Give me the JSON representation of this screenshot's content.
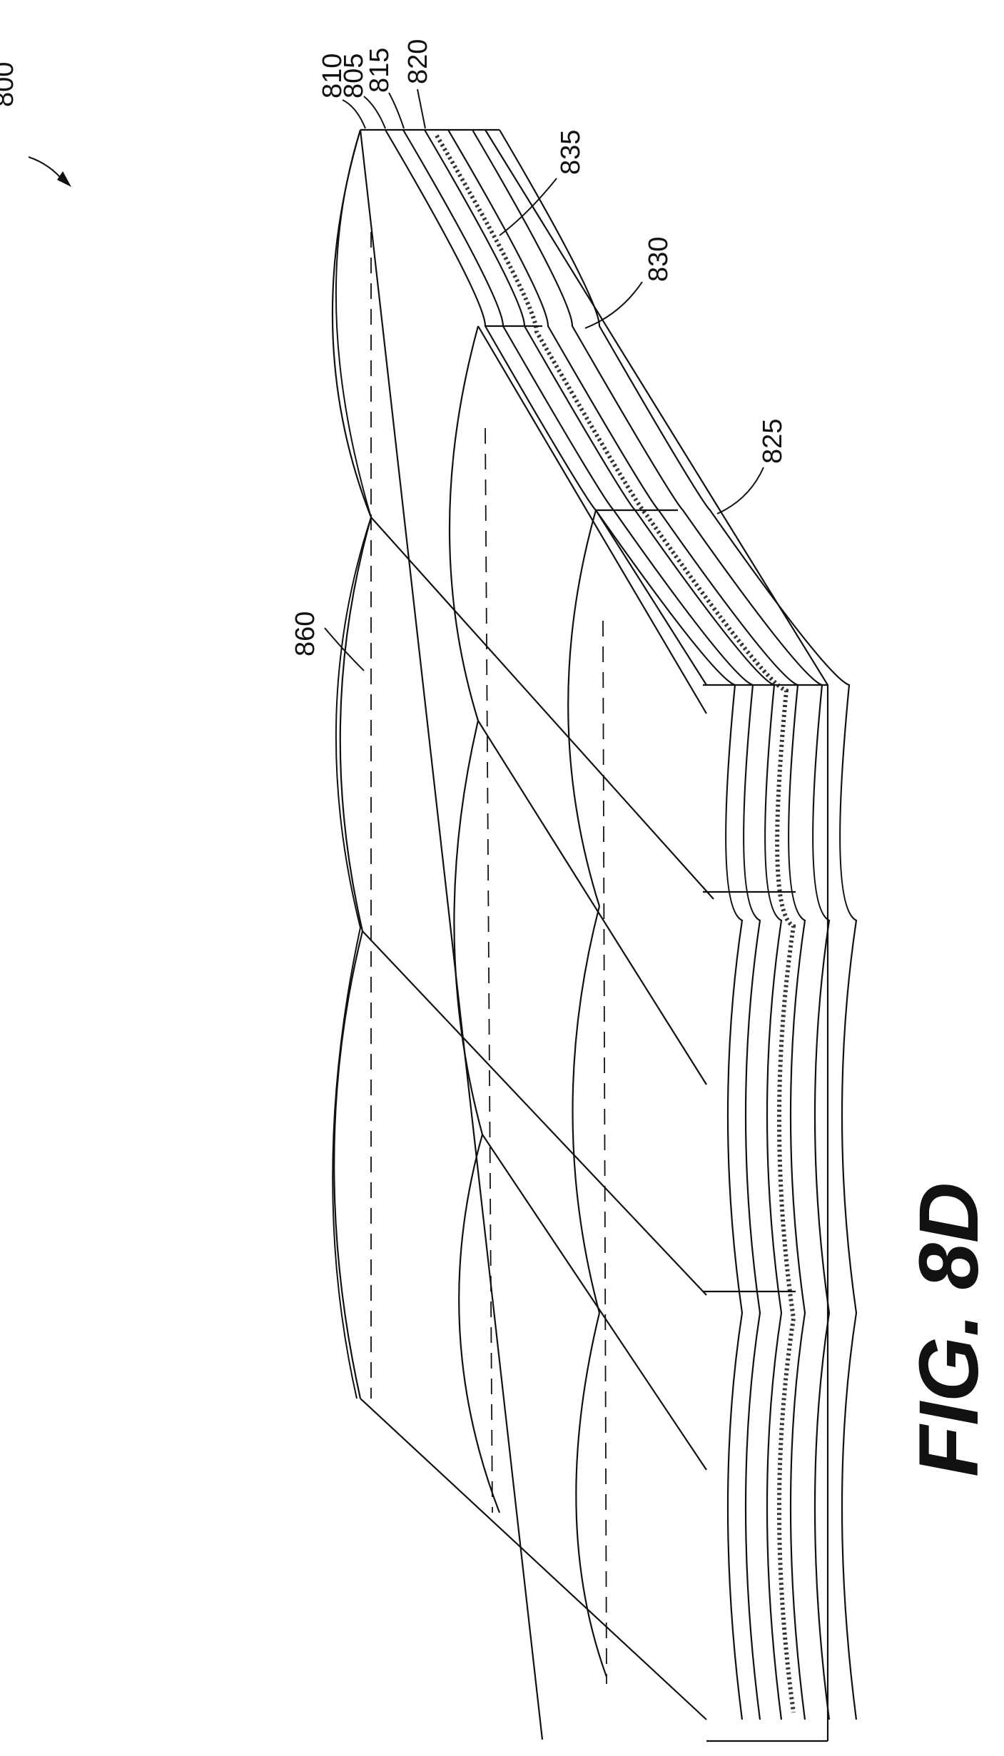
{
  "figure": {
    "caption": "FIG. 8D",
    "ref_partial": "800"
  },
  "labels": {
    "l810": "810",
    "l805": "805",
    "l815": "815",
    "l820": "820",
    "l835": "835",
    "l830": "830",
    "l825": "825",
    "l860": "860"
  },
  "colors": {
    "ink": "#111111",
    "background": "#ffffff"
  }
}
